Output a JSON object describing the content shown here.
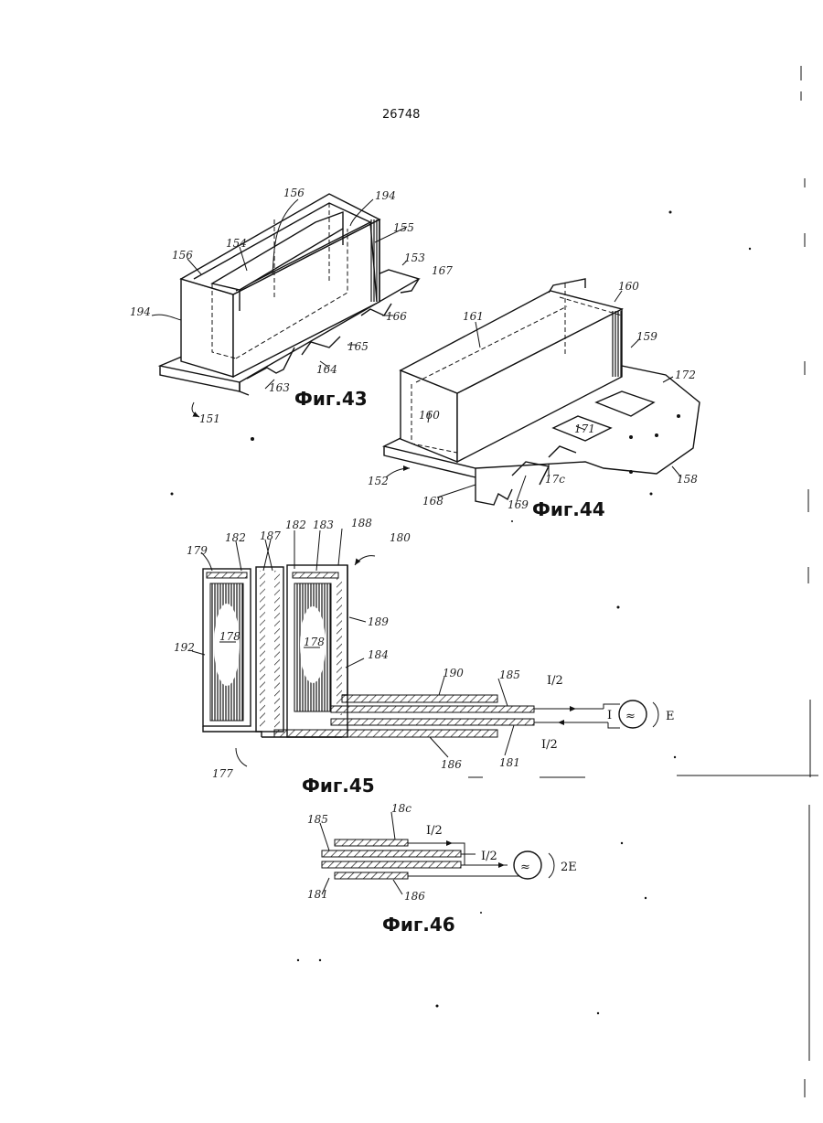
{
  "page_number": "26748",
  "figures": [
    {
      "id": "fig43",
      "caption": "Фиг.43",
      "refs": [
        "156",
        "194",
        "154",
        "155",
        "153",
        "167",
        "156",
        "194",
        "166",
        "165",
        "164",
        "163",
        "151"
      ]
    },
    {
      "id": "fig44",
      "caption": "Фиг.44",
      "refs": [
        "160",
        "161",
        "159",
        "172",
        "160",
        "171",
        "158",
        "17c",
        "169",
        "168",
        "152"
      ]
    },
    {
      "id": "fig45",
      "caption": "Фиг.45",
      "refs": [
        "179",
        "182",
        "187",
        "182",
        "183",
        "188",
        "180",
        "178",
        "178",
        "189",
        "192",
        "184",
        "190",
        "185",
        "186",
        "181",
        "177"
      ],
      "labels": {
        "current_top": "I/2",
        "current_bottom": "I/2",
        "current": "I",
        "source_symbol": "≈",
        "emf": "E"
      }
    },
    {
      "id": "fig46",
      "caption": "Фиг.46",
      "refs": [
        "185",
        "18c",
        "181",
        "186"
      ],
      "labels": {
        "current_top": "I/2",
        "current_mid": "I/2",
        "source_symbol": "≈",
        "emf": "2E"
      }
    }
  ]
}
